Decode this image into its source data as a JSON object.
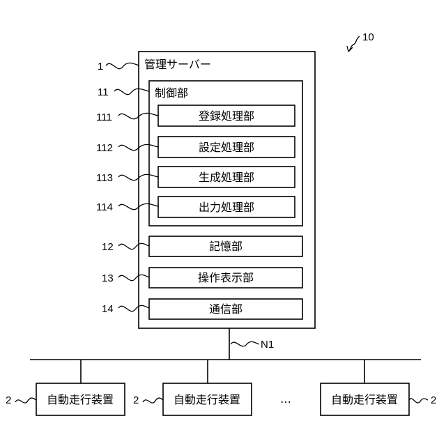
{
  "figure_ref": "10",
  "server": {
    "ref": "1",
    "label": "管理サーバー"
  },
  "control": {
    "ref": "11",
    "label": "制御部"
  },
  "processing_units": [
    {
      "ref": "111",
      "label": "登録処理部"
    },
    {
      "ref": "112",
      "label": "設定処理部"
    },
    {
      "ref": "113",
      "label": "生成処理部"
    },
    {
      "ref": "114",
      "label": "出力処理部"
    }
  ],
  "units": [
    {
      "ref": "12",
      "label": "記憶部"
    },
    {
      "ref": "13",
      "label": "操作表示部"
    },
    {
      "ref": "14",
      "label": "通信部"
    }
  ],
  "network": {
    "ref": "N1"
  },
  "devices": [
    {
      "ref": "2",
      "label": "自動走行装置"
    },
    {
      "ref": "2",
      "label": "自動走行装置"
    },
    {
      "ref": "2",
      "label": "自動走行装置"
    }
  ],
  "ellipsis": "…"
}
